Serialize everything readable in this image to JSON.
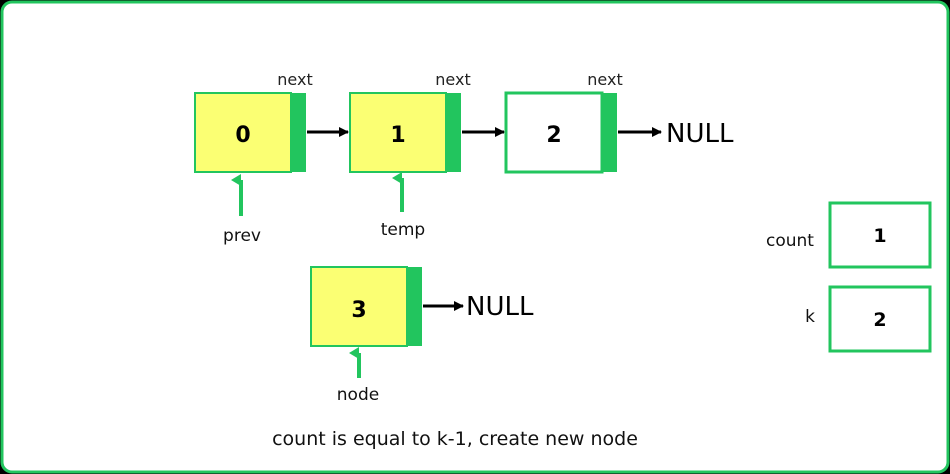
{
  "colors": {
    "border": "#22c55e",
    "node_fill_active": "#fbff73",
    "node_fill_plain": "#ffffff",
    "next_strip": "#22c55e",
    "pointer_arrow": "#22c55e",
    "link_arrow": "#000000"
  },
  "list": {
    "nodes": [
      {
        "value": "0",
        "next_label": "next",
        "highlighted": true
      },
      {
        "value": "1",
        "next_label": "next",
        "highlighted": true
      },
      {
        "value": "2",
        "next_label": "next",
        "highlighted": false
      }
    ],
    "terminal": "NULL"
  },
  "new_node": {
    "value": "3",
    "terminal": "NULL"
  },
  "pointers": {
    "prev": "prev",
    "temp": "temp",
    "node": "node"
  },
  "variables": [
    {
      "name": "count",
      "value": "1"
    },
    {
      "name": "k",
      "value": "2"
    }
  ],
  "caption": "count is equal to k-1, create new node"
}
